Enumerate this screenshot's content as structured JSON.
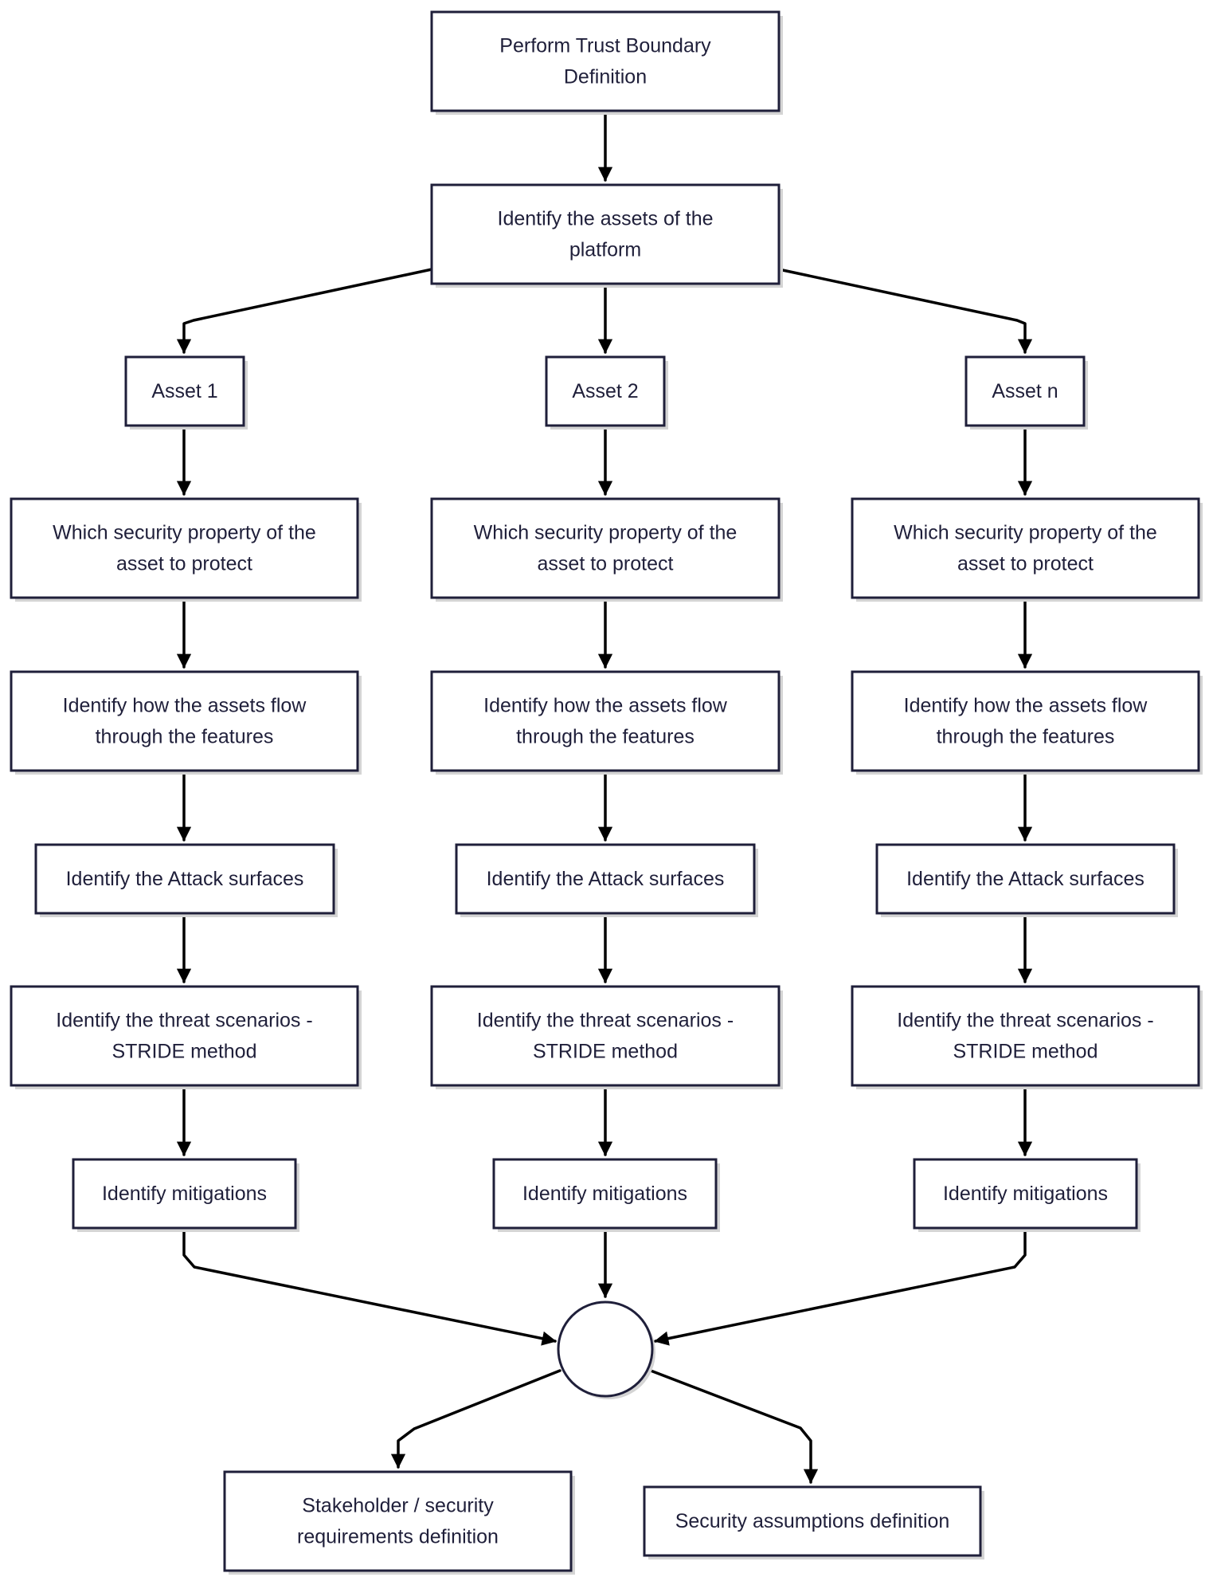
{
  "diagram": {
    "nodes": [
      {
        "id": "trust",
        "lines": [
          "Perform Trust Boundary",
          "Definition"
        ]
      },
      {
        "id": "assets",
        "lines": [
          "Identify the assets of the",
          "platform"
        ]
      },
      {
        "id": "a1",
        "lines": [
          "Asset 1"
        ]
      },
      {
        "id": "a2",
        "lines": [
          "Asset 2"
        ]
      },
      {
        "id": "an",
        "lines": [
          "Asset n"
        ]
      },
      {
        "id": "p1",
        "lines": [
          "Which security property of the",
          "asset to protect"
        ]
      },
      {
        "id": "p2",
        "lines": [
          "Which security property of the",
          "asset to protect"
        ]
      },
      {
        "id": "pn",
        "lines": [
          "Which security property of the",
          "asset to protect"
        ]
      },
      {
        "id": "f1",
        "lines": [
          "Identify how the assets flow",
          "through the features"
        ]
      },
      {
        "id": "f2",
        "lines": [
          "Identify how the assets flow",
          "through the features"
        ]
      },
      {
        "id": "fn",
        "lines": [
          "Identify how the assets flow",
          "through the features"
        ]
      },
      {
        "id": "s1",
        "lines": [
          "Identify the Attack surfaces"
        ]
      },
      {
        "id": "s2",
        "lines": [
          "Identify the Attack surfaces"
        ]
      },
      {
        "id": "sn",
        "lines": [
          "Identify the Attack surfaces"
        ]
      },
      {
        "id": "t1",
        "lines": [
          "Identify the threat scenarios -",
          "STRIDE method"
        ]
      },
      {
        "id": "t2",
        "lines": [
          "Identify the threat scenarios -",
          "STRIDE method"
        ]
      },
      {
        "id": "tn",
        "lines": [
          "Identify the threat scenarios -",
          "STRIDE method"
        ]
      },
      {
        "id": "m1",
        "lines": [
          "Identify mitigations"
        ]
      },
      {
        "id": "m2",
        "lines": [
          "Identify mitigations"
        ]
      },
      {
        "id": "mn",
        "lines": [
          "Identify mitigations"
        ]
      },
      {
        "id": "join",
        "lines": []
      },
      {
        "id": "req",
        "lines": [
          "Stakeholder / security",
          "requirements definition"
        ]
      },
      {
        "id": "assume",
        "lines": [
          "Security assumptions definition"
        ]
      }
    ],
    "edges": [
      {
        "from": "trust",
        "to": "assets"
      },
      {
        "from": "assets",
        "to": "a1"
      },
      {
        "from": "assets",
        "to": "a2"
      },
      {
        "from": "assets",
        "to": "an"
      },
      {
        "from": "a1",
        "to": "p1"
      },
      {
        "from": "a2",
        "to": "p2"
      },
      {
        "from": "an",
        "to": "pn"
      },
      {
        "from": "p1",
        "to": "f1"
      },
      {
        "from": "p2",
        "to": "f2"
      },
      {
        "from": "pn",
        "to": "fn"
      },
      {
        "from": "f1",
        "to": "s1"
      },
      {
        "from": "f2",
        "to": "s2"
      },
      {
        "from": "fn",
        "to": "sn"
      },
      {
        "from": "s1",
        "to": "t1"
      },
      {
        "from": "s2",
        "to": "t2"
      },
      {
        "from": "sn",
        "to": "tn"
      },
      {
        "from": "t1",
        "to": "m1"
      },
      {
        "from": "t2",
        "to": "m2"
      },
      {
        "from": "tn",
        "to": "mn"
      },
      {
        "from": "m1",
        "to": "join"
      },
      {
        "from": "m2",
        "to": "join"
      },
      {
        "from": "mn",
        "to": "join"
      },
      {
        "from": "join",
        "to": "req"
      },
      {
        "from": "join",
        "to": "assume"
      }
    ]
  }
}
